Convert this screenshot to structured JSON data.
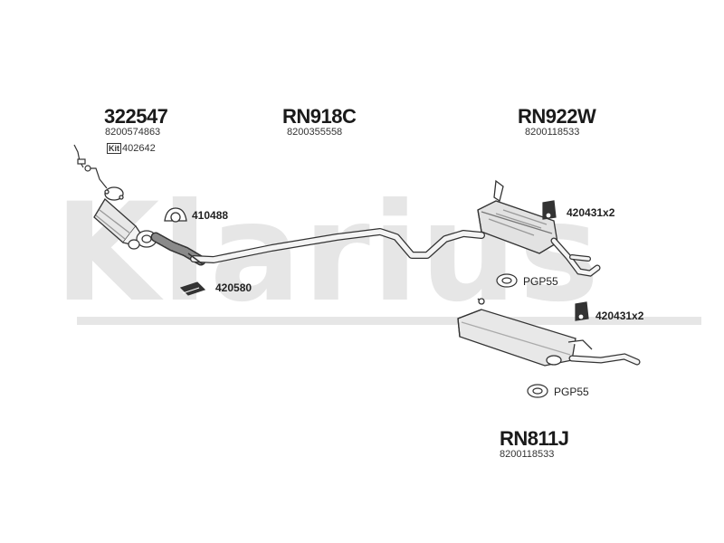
{
  "watermark": {
    "text": "Klarius"
  },
  "groups": {
    "front": {
      "part_number": "322547",
      "oem_number": "8200574863",
      "kit_badge": "Kit",
      "kit_number": "402642"
    },
    "middle": {
      "part_number": "RN918C",
      "oem_number": "8200355558"
    },
    "rear_upper": {
      "part_number": "RN922W",
      "oem_number": "8200118533"
    },
    "rear_lower": {
      "part_number": "RN811J",
      "oem_number": "8200118533"
    }
  },
  "accessories": {
    "gasket": "410488",
    "clamp": "420580",
    "hanger_upper": "420431x2",
    "ring_upper": "PGP55",
    "hanger_lower": "420431x2",
    "ring_lower": "PGP55"
  },
  "colors": {
    "line": "#333333",
    "fill": "#f2f2f2",
    "shade": "#bdbdbd",
    "watermark": "#e6e6e6"
  }
}
